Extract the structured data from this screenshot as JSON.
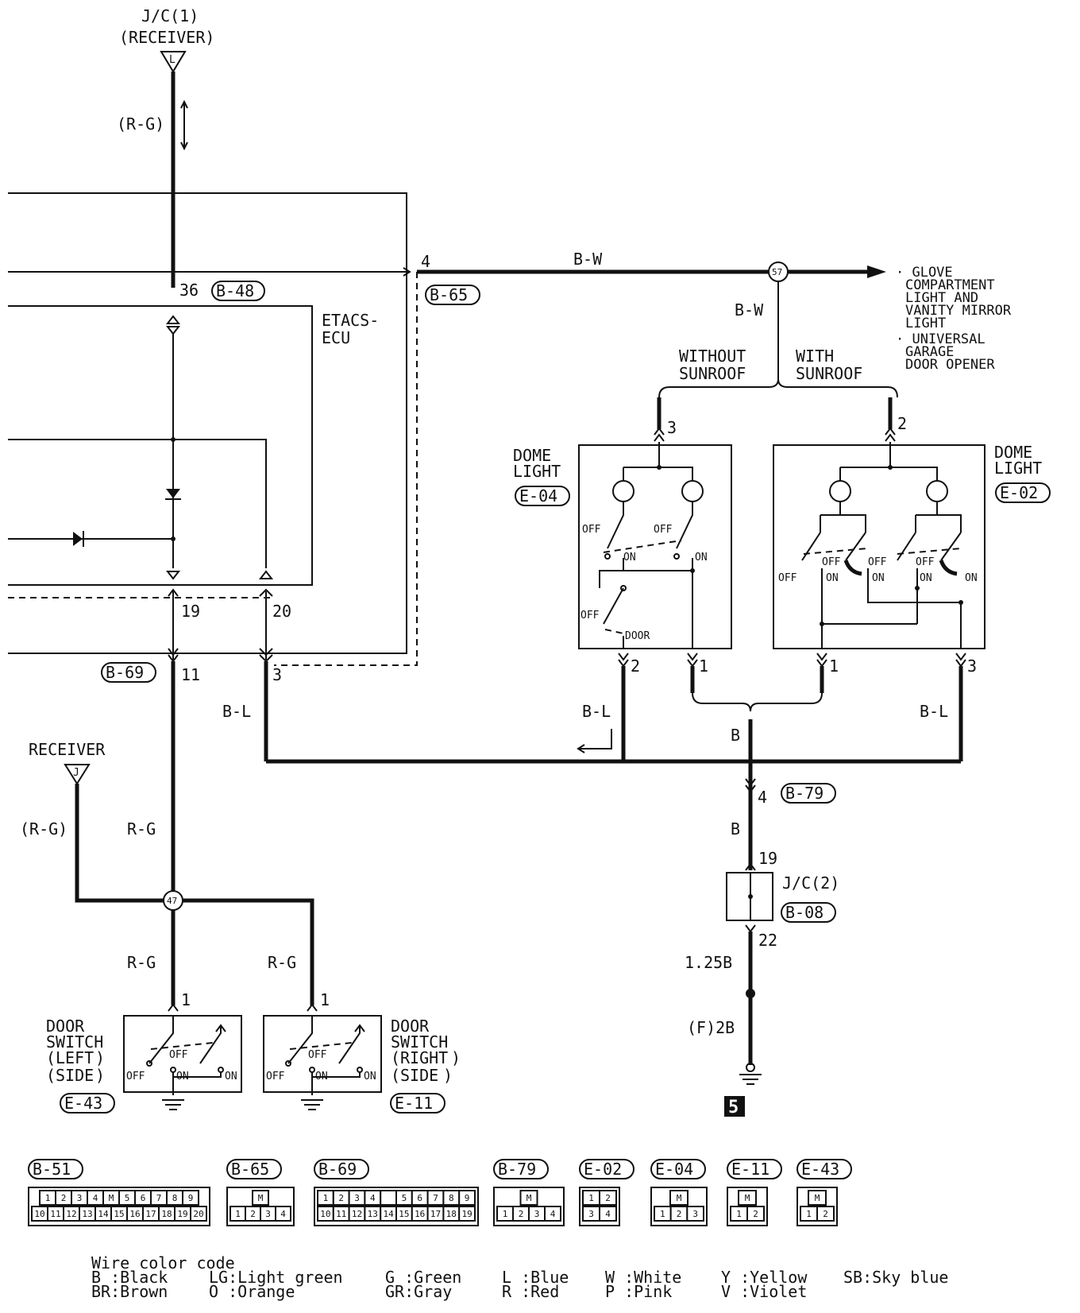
{
  "top": {
    "jc1": "J/C(1)",
    "receiver": "(RECEIVER)",
    "terminal": "L",
    "wire": "(R-G)"
  },
  "ecu": {
    "name_1": "ETACS-",
    "name_2": "ECU",
    "pin_36": "36",
    "conn_b48": "B-48",
    "pin_4": "4",
    "conn_b65": "B-65",
    "pin_19": "19",
    "pin_20": "20",
    "conn_b69": "B-69",
    "pin_11": "11",
    "pin_3": "3"
  },
  "wires": {
    "bw_top": "B-W",
    "bw_vert": "B-W",
    "splice57": "57",
    "bl_left": "B-L",
    "bl_mid": "B-L",
    "bl_right": "B-L",
    "b_mid": "B",
    "b_low": "B",
    "rg_left_wire": "(R-G)",
    "rg_main": "R-G",
    "rg_lower_left": "R-G",
    "rg_lower_right": "R-G",
    "splice47": "47",
    "wire_125b": "1.25B",
    "wire_f2b": "(F)2B"
  },
  "notes": {
    "glove_1": "· GLOVE",
    "glove_2": "COMPARTMENT",
    "glove_3": "LIGHT AND",
    "glove_4": "VANITY MIRROR",
    "glove_5": "LIGHT",
    "garage_1": "· UNIVERSAL",
    "garage_2": "GARAGE",
    "garage_3": "DOOR OPENER"
  },
  "sunroof": {
    "without_1": "WITHOUT",
    "without_2": "SUNROOF",
    "with_1": "WITH",
    "with_2": "SUNROOF"
  },
  "dome_left": {
    "name_1": "DOME",
    "name_2": "LIGHT",
    "conn": "E-04",
    "pin_top": "3",
    "pin_2": "2",
    "pin_1": "1",
    "off1": "OFF",
    "off2": "OFF",
    "on1": "ON",
    "on2": "ON",
    "off3": "OFF",
    "door": "DOOR"
  },
  "dome_right": {
    "name_1": "DOME",
    "name_2": "LIGHT",
    "conn": "E-02",
    "pin_top": "2",
    "pin_1": "1",
    "pin_3": "3",
    "off_a": "OFF",
    "off_b": "OFF",
    "off_c": "OFF",
    "off_d": "OFF",
    "on_a": "ON",
    "on_b": "ON",
    "on_c": "ON",
    "on_d": "ON"
  },
  "ground": {
    "pin_4": "4",
    "conn_b79": "B-79",
    "pin_19": "19",
    "jc2": "J/C(2)",
    "conn_b08": "B-08",
    "pin_22": "22",
    "ground_no": "5"
  },
  "receiver2": {
    "label": "RECEIVER",
    "terminal": "J"
  },
  "door_left": {
    "name_1": "DOOR",
    "name_2": "SWITCH",
    "name_3": "LEFT",
    "name_4": "SIDE",
    "conn": "E-43",
    "pin": "1",
    "off1": "OFF",
    "off2": "OFF",
    "on1": "ON",
    "on2": "ON"
  },
  "door_right": {
    "name_1": "DOOR",
    "name_2": "SWITCH",
    "name_3": "RIGHT",
    "name_4": "SIDE",
    "conn": "E-11",
    "pin": "1",
    "off1": "OFF",
    "off2": "OFF",
    "on1": "ON",
    "on2": "ON"
  },
  "connectors": [
    {
      "id": "B-51",
      "rows": [
        [
          "1",
          "2",
          "3",
          "4",
          "M",
          "5",
          "6",
          "7",
          "8",
          "9"
        ],
        [
          "10",
          "11",
          "12",
          "13",
          "14",
          "15",
          "16",
          "17",
          "18",
          "19",
          "20"
        ]
      ]
    },
    {
      "id": "B-65",
      "rows": [
        [
          "M"
        ],
        [
          "1",
          "2",
          "3",
          "4"
        ]
      ]
    },
    {
      "id": "B-69",
      "rows": [
        [
          "1",
          "2",
          "3",
          "4",
          "",
          "5",
          "6",
          "7",
          "8",
          "9"
        ],
        [
          "10",
          "11",
          "12",
          "13",
          "14",
          "15",
          "16",
          "17",
          "18",
          "19"
        ]
      ]
    },
    {
      "id": "B-79",
      "rows": [
        [
          "M"
        ],
        [
          "1",
          "2",
          "3",
          "4"
        ]
      ]
    },
    {
      "id": "E-02",
      "rows": [
        [
          "1",
          "2"
        ],
        [
          "3",
          "4"
        ]
      ]
    },
    {
      "id": "E-04",
      "rows": [
        [
          "M"
        ],
        [
          "1",
          "2",
          "3"
        ]
      ]
    },
    {
      "id": "E-11",
      "rows": [
        [
          "M"
        ],
        [
          "1",
          "2"
        ]
      ]
    },
    {
      "id": "E-43",
      "rows": [
        [
          "M"
        ],
        [
          "1",
          "2"
        ]
      ]
    }
  ],
  "legend": {
    "title": "Wire color code",
    "entries": [
      [
        "B :Black",
        "BR:Brown"
      ],
      [
        "LG:Light green",
        "O :Orange"
      ],
      [
        "G :Green",
        "GR:Gray"
      ],
      [
        "L :Blue",
        "R :Red"
      ],
      [
        "W :White",
        "P :Pink"
      ],
      [
        "Y :Yellow",
        "V :Violet"
      ],
      [
        "SB:Sky blue",
        ""
      ]
    ]
  }
}
